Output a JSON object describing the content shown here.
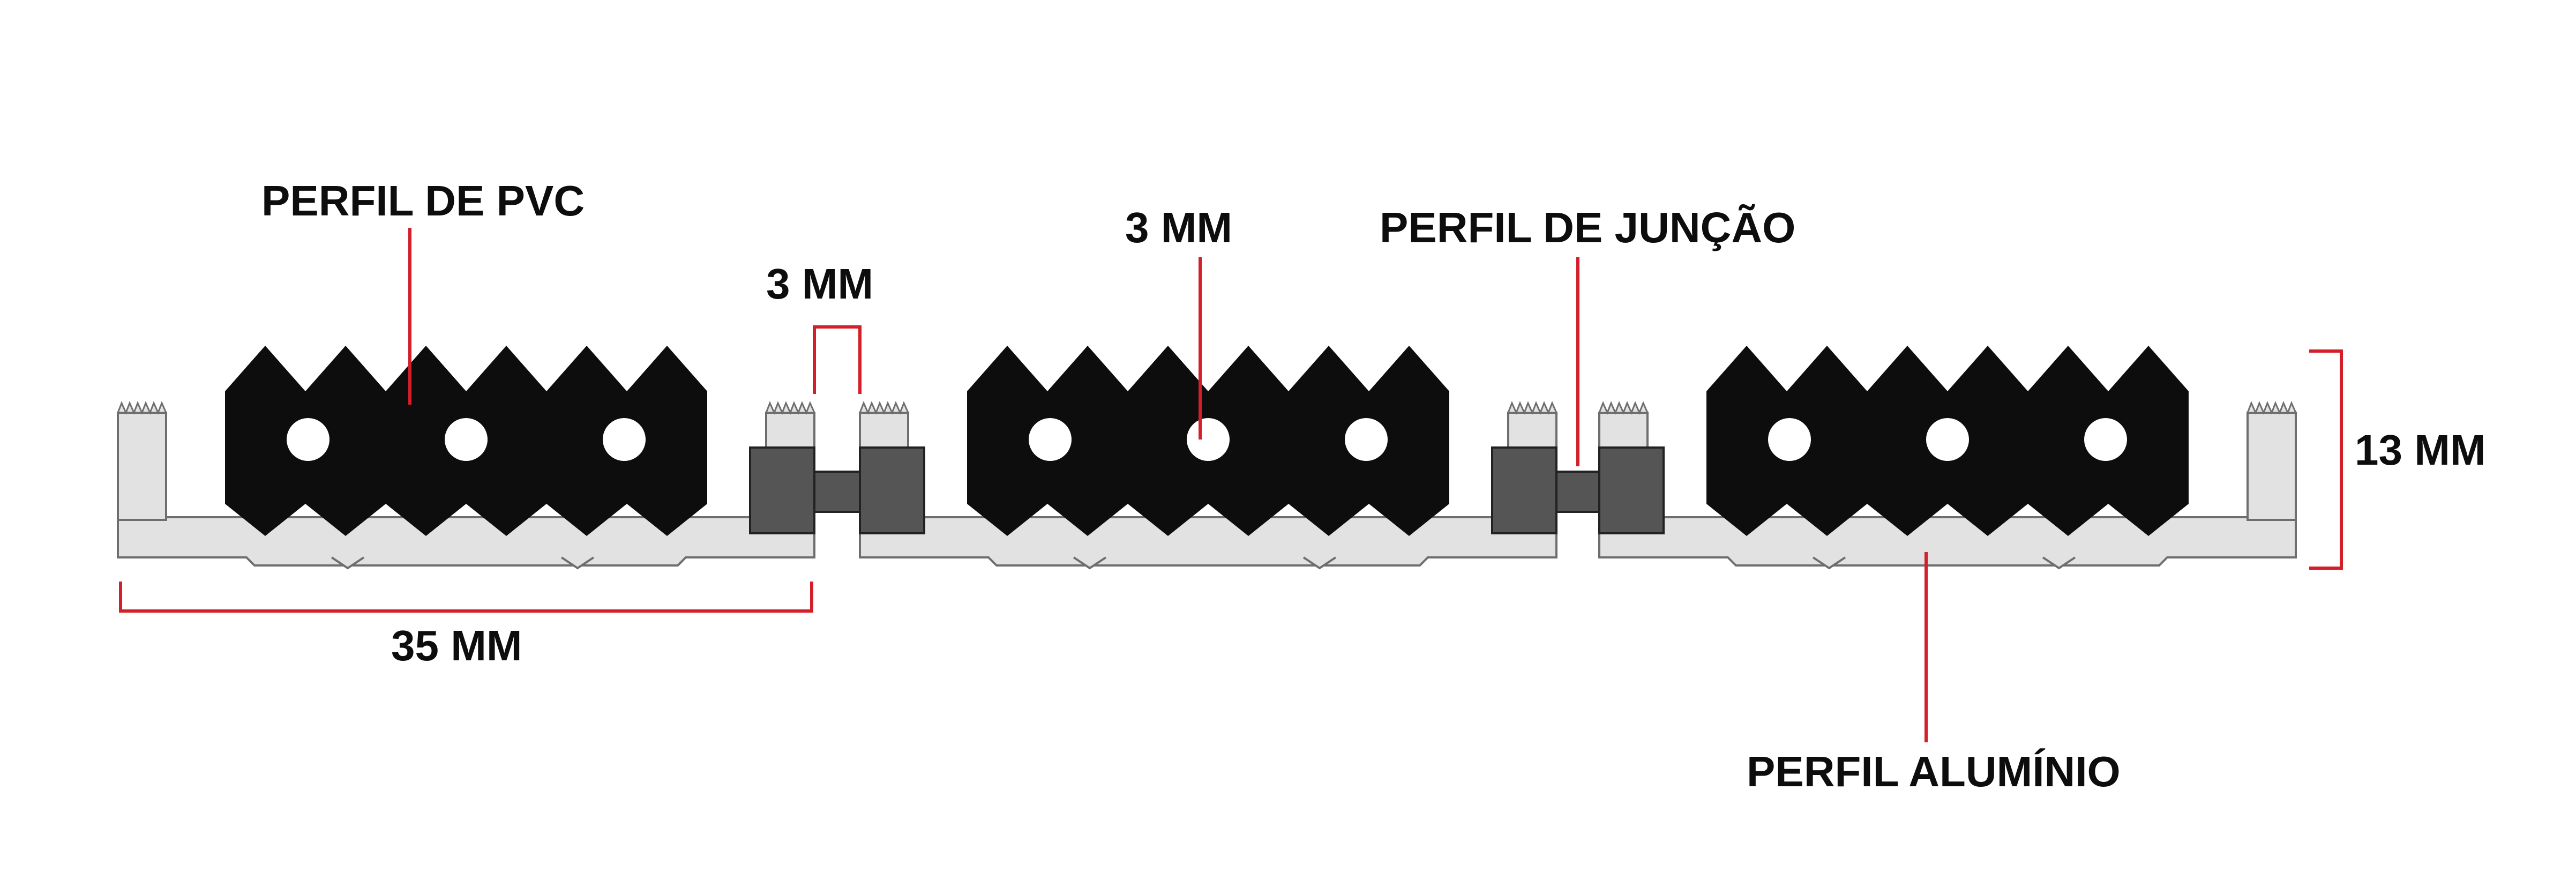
{
  "labels": {
    "pvc_profile": "PERFIL DE PVC",
    "gap_left": "3 MM",
    "gap_center": "3 MM",
    "junction_profile": "PERFIL DE JUNÇÃO",
    "height": "13 MM",
    "width": "35 MM",
    "aluminium_profile": "PERFIL ALUMÍNIO"
  },
  "colors": {
    "annotation_line": "#d21f2a",
    "aluminium_fill": "#e2e2e2",
    "aluminium_stroke": "#6e6e6e",
    "pvc_fill": "#0d0d0d",
    "junction_fill": "#555555",
    "label_text": "#0d0d0d"
  }
}
